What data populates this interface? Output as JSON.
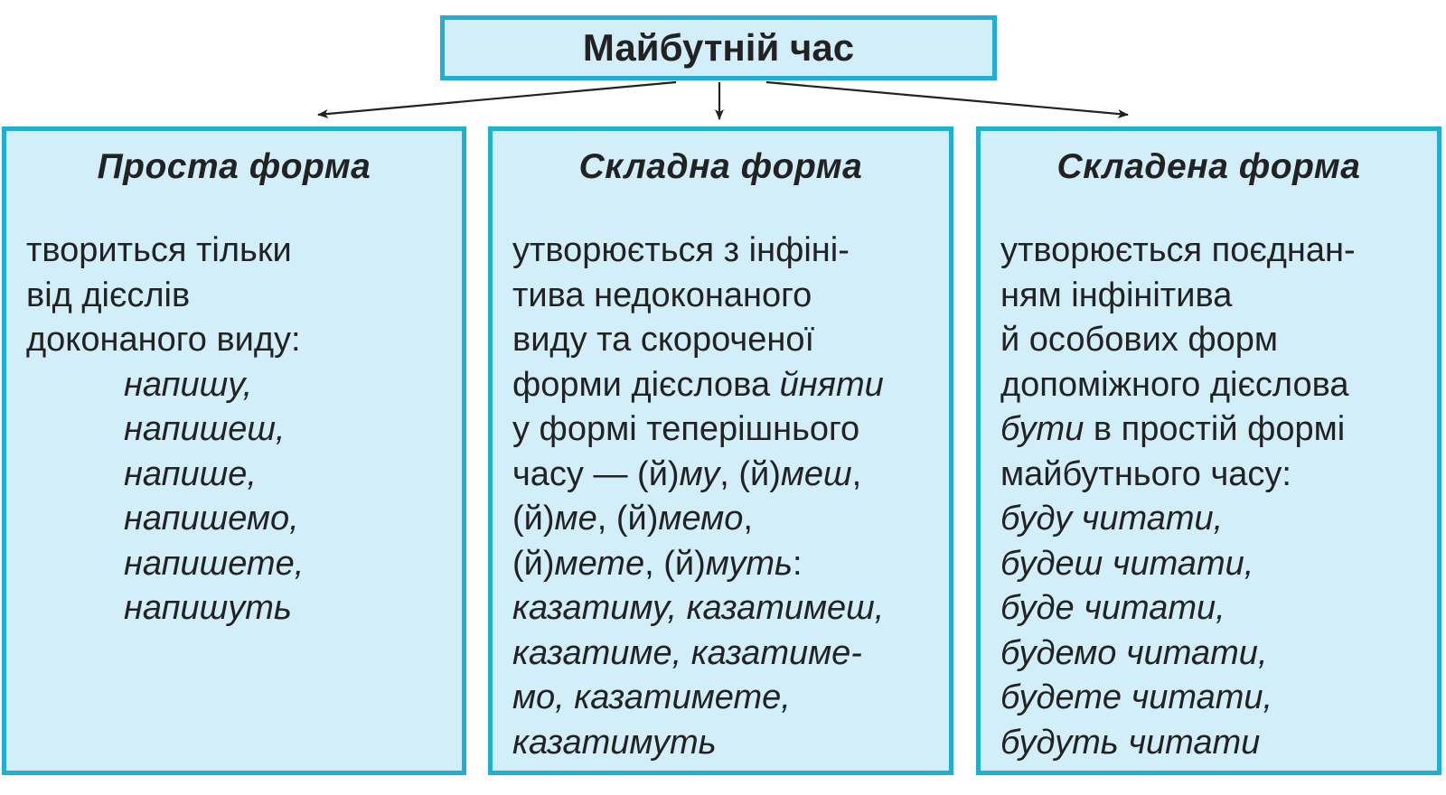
{
  "title": "Майбутній час",
  "colors": {
    "border": "#21aed3",
    "fill": "#d2eef9",
    "text": "#222222",
    "arrow": "#222222"
  },
  "columns": [
    {
      "heading": "Проста форма",
      "lines": [
        {
          "parts": [
            {
              "text": "твориться тільки",
              "italic": false
            }
          ]
        },
        {
          "parts": [
            {
              "text": "від дієслів",
              "italic": false
            }
          ]
        },
        {
          "parts": [
            {
              "text": "доконаного виду:",
              "italic": false
            }
          ]
        },
        {
          "indent": true,
          "parts": [
            {
              "text": "напишу,",
              "italic": true
            }
          ]
        },
        {
          "indent": true,
          "parts": [
            {
              "text": "напишеш,",
              "italic": true
            }
          ]
        },
        {
          "indent": true,
          "parts": [
            {
              "text": "напише,",
              "italic": true
            }
          ]
        },
        {
          "indent": true,
          "parts": [
            {
              "text": "напишемо,",
              "italic": true
            }
          ]
        },
        {
          "indent": true,
          "parts": [
            {
              "text": "напишете,",
              "italic": true
            }
          ]
        },
        {
          "indent": true,
          "parts": [
            {
              "text": "напишуть",
              "italic": true
            }
          ]
        }
      ]
    },
    {
      "heading": "Складна форма",
      "lines": [
        {
          "parts": [
            {
              "text": "утворюється з інфіні-",
              "italic": false
            }
          ]
        },
        {
          "parts": [
            {
              "text": "тива недоконаного",
              "italic": false
            }
          ]
        },
        {
          "parts": [
            {
              "text": "виду та скороченої",
              "italic": false
            }
          ]
        },
        {
          "parts": [
            {
              "text": "форми дієслова ",
              "italic": false
            },
            {
              "text": "йняти",
              "italic": true
            }
          ]
        },
        {
          "parts": [
            {
              "text": "у формі теперішнього",
              "italic": false
            }
          ]
        },
        {
          "parts": [
            {
              "text": "часу — (й)",
              "italic": false
            },
            {
              "text": "му",
              "italic": true
            },
            {
              "text": ", (й)",
              "italic": false
            },
            {
              "text": "меш",
              "italic": true
            },
            {
              "text": ",",
              "italic": false
            }
          ]
        },
        {
          "parts": [
            {
              "text": "(й)",
              "italic": false
            },
            {
              "text": "ме",
              "italic": true
            },
            {
              "text": ", (й)",
              "italic": false
            },
            {
              "text": "мемо",
              "italic": true
            },
            {
              "text": ",",
              "italic": false
            }
          ]
        },
        {
          "parts": [
            {
              "text": "(й)",
              "italic": false
            },
            {
              "text": "мете",
              "italic": true
            },
            {
              "text": ", (й)",
              "italic": false
            },
            {
              "text": "муть",
              "italic": true
            },
            {
              "text": ":",
              "italic": false
            }
          ]
        },
        {
          "parts": [
            {
              "text": "казатиму, казатимеш,",
              "italic": true
            }
          ]
        },
        {
          "parts": [
            {
              "text": "казатиме, казатиме-",
              "italic": true
            }
          ]
        },
        {
          "parts": [
            {
              "text": "мо, казатимете,",
              "italic": true
            }
          ]
        },
        {
          "parts": [
            {
              "text": "казатимуть",
              "italic": true
            }
          ]
        }
      ]
    },
    {
      "heading": "Складена форма",
      "lines": [
        {
          "parts": [
            {
              "text": "утворюється поєднан-",
              "italic": false
            }
          ]
        },
        {
          "parts": [
            {
              "text": "ням інфінітива",
              "italic": false
            }
          ]
        },
        {
          "parts": [
            {
              "text": "й особових форм",
              "italic": false
            }
          ]
        },
        {
          "parts": [
            {
              "text": "допоміжного дієслова",
              "italic": false
            }
          ]
        },
        {
          "parts": [
            {
              "text": "бути",
              "italic": true
            },
            {
              "text": " в простій формі",
              "italic": false
            }
          ]
        },
        {
          "parts": [
            {
              "text": "майбутнього часу:",
              "italic": false
            }
          ]
        },
        {
          "parts": [
            {
              "text": "буду читати,",
              "italic": true
            }
          ]
        },
        {
          "parts": [
            {
              "text": "будеш читати,",
              "italic": true
            }
          ]
        },
        {
          "parts": [
            {
              "text": "буде читати,",
              "italic": true
            }
          ]
        },
        {
          "parts": [
            {
              "text": "будемо читати,",
              "italic": true
            }
          ]
        },
        {
          "parts": [
            {
              "text": "будете читати,",
              "italic": true
            }
          ]
        },
        {
          "parts": [
            {
              "text": "будуть читати",
              "italic": true
            }
          ]
        }
      ]
    }
  ]
}
